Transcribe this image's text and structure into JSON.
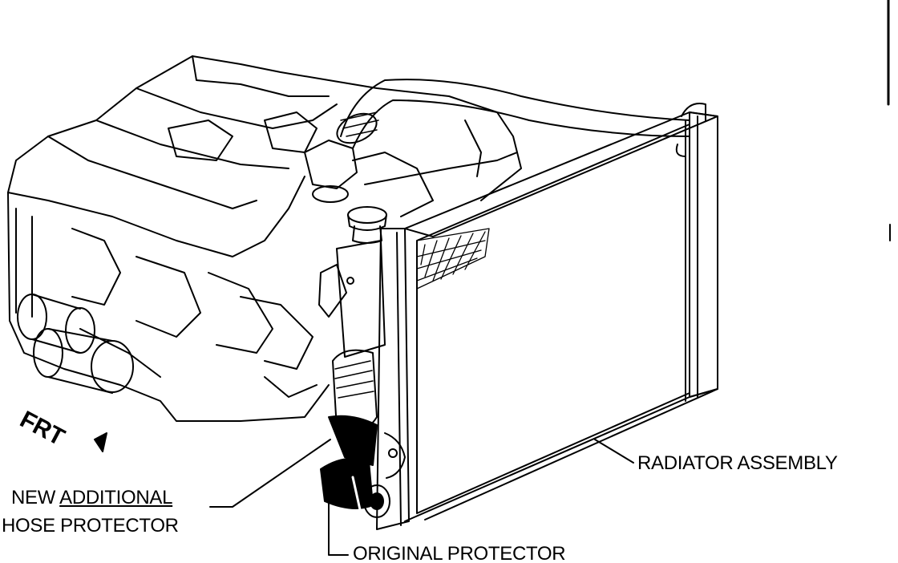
{
  "diagram": {
    "labels": {
      "front": "FRT",
      "radiator": "RADIATOR ASSEMBLY",
      "new_protector_prefix": "NEW ",
      "new_protector_underlined": "ADDITIONAL",
      "new_protector_line2": "HOSE PROTECTOR",
      "original_protector": "ORIGINAL PROTECTOR"
    },
    "colors": {
      "ink": "#000000",
      "paper": "#ffffff"
    }
  }
}
